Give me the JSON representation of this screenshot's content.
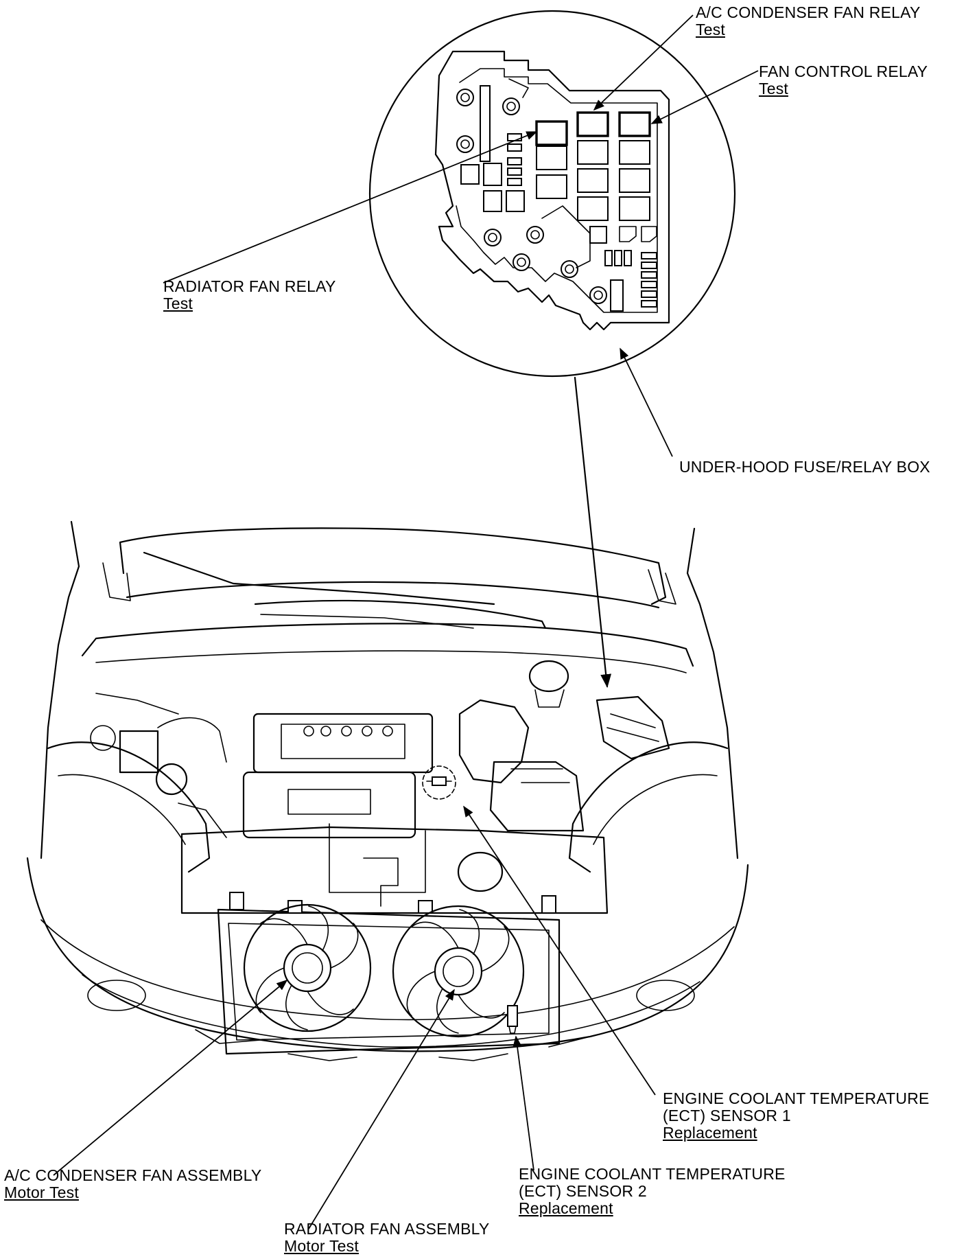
{
  "callouts": {
    "ac_condenser_fan_relay": {
      "title": "A/C CONDENSER FAN RELAY",
      "link": "Test"
    },
    "fan_control_relay": {
      "title": "FAN CONTROL RELAY",
      "link": "Test"
    },
    "radiator_fan_relay": {
      "title": "RADIATOR FAN RELAY",
      "link": "Test"
    },
    "under_hood_box": {
      "title": "UNDER-HOOD FUSE/RELAY BOX"
    },
    "ect_sensor_1": {
      "title_line1": "ENGINE COOLANT TEMPERATURE",
      "title_line2": "(ECT) SENSOR 1",
      "link": "Replacement"
    },
    "ect_sensor_2": {
      "title_line1": "ENGINE COOLANT TEMPERATURE",
      "title_line2": "(ECT) SENSOR 2",
      "link": "Replacement"
    },
    "ac_condenser_fan_assembly": {
      "title": "A/C CONDENSER FAN ASSEMBLY",
      "link": "Motor Test"
    },
    "radiator_fan_assembly": {
      "title": "RADIATOR FAN ASSEMBLY",
      "link": "Motor Test"
    }
  }
}
